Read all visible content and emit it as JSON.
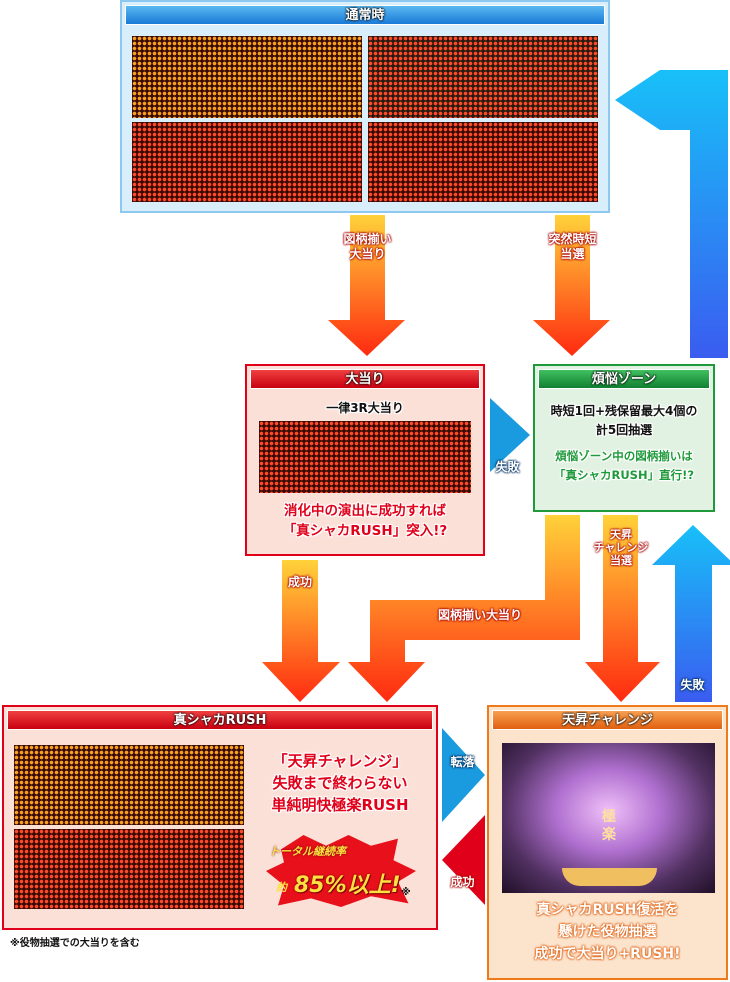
{
  "normal": {
    "title": "通常時"
  },
  "arrows": {
    "to_bonus": "図柄揃い\n大当り",
    "to_zone": "突然時短\n当選",
    "bonus_fail": "失敗",
    "bonus_success": "成功",
    "zone_hit": "図柄揃い大当り",
    "zone_challenge": "天昇\nチャレンジ\n当選",
    "challenge_fail": "失敗",
    "rush_fall": "転落",
    "challenge_success": "成功"
  },
  "bonus": {
    "title": "大当り",
    "subtitle": "一律3R大当り",
    "text1": "消化中の演出に成功すれば",
    "text2": "「真シャカRUSH」突入!?"
  },
  "zone": {
    "title": "煩悩ゾーン",
    "text1": "時短1回+残保留最大4個の",
    "text2": "計5回抽選",
    "text3": "煩悩ゾーン中の図柄揃いは",
    "text4": "「真シャカRUSH」直行!?"
  },
  "rush": {
    "title": "真シャカRUSH",
    "text1": "「天昇チャレンジ」",
    "text2": "失敗まで終わらない",
    "text3": "単純明快極楽RUSH",
    "badge_label": "トータル継続率",
    "badge_prefix": "約",
    "badge_value": "85%以上!",
    "badge_mark": "※"
  },
  "challenge": {
    "title": "天昇チャレンジ",
    "image_kanji": "極楽",
    "text1": "真シャカRUSH復活を",
    "text2": "懸けた役物抽選",
    "text3": "成功で大当り+RUSH!"
  },
  "footnote": "※役物抽選での大当りを含む",
  "colors": {
    "blue": "#1a8fe0",
    "red": "#e0001a",
    "green": "#1e9a3a",
    "orange": "#ee7a1a"
  }
}
